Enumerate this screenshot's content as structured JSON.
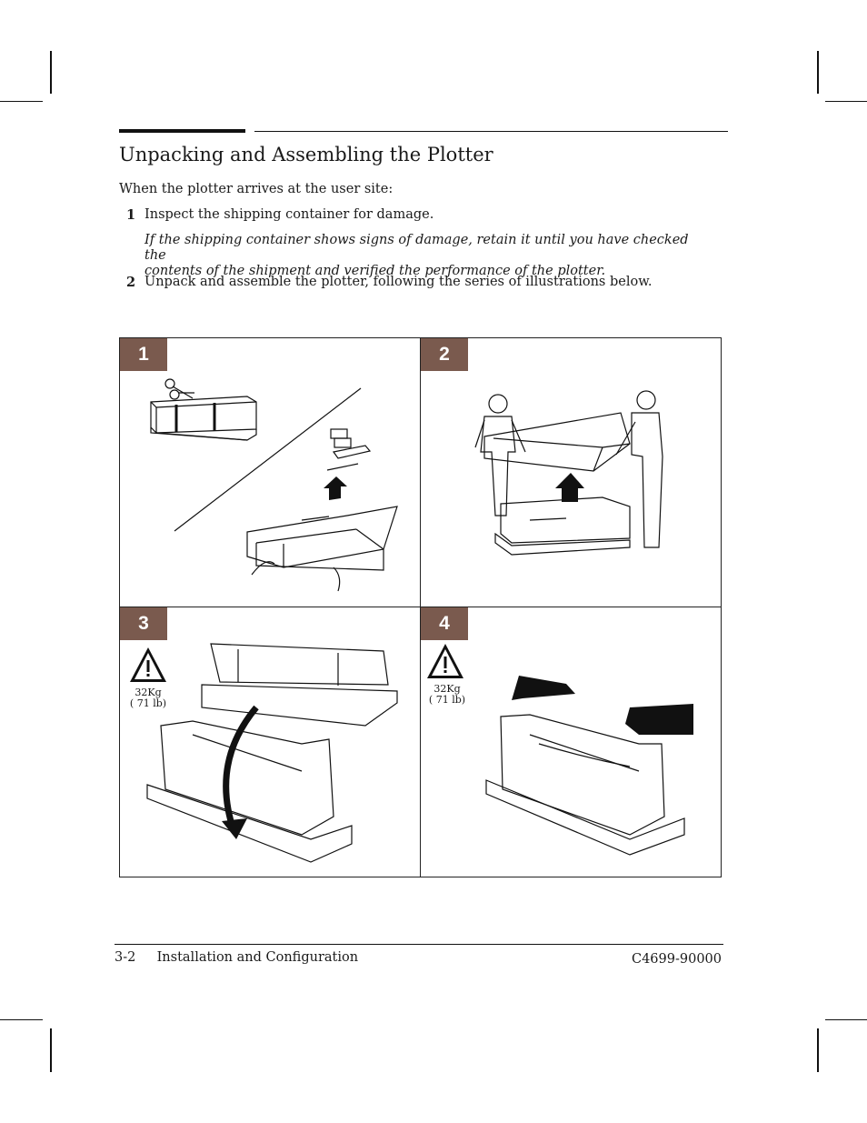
{
  "header": {
    "title": "Unpacking and Assembling the Plotter"
  },
  "intro": "When the plotter arrives at the user site:",
  "steps": [
    {
      "number": "1",
      "text": "Inspect the shipping container for damage."
    },
    {
      "number": "2",
      "text": "Unpack and assemble the plotter, following the series of illustrations below."
    }
  ],
  "note": {
    "line1": "If the shipping container shows signs of damage, retain it until you have checked the",
    "line2": "contents of the shipment and verified the performance of the plotter."
  },
  "figures": [
    {
      "number": "1",
      "weight_kg": "",
      "weight_lb": ""
    },
    {
      "number": "2",
      "weight_kg": "",
      "weight_lb": ""
    },
    {
      "number": "3",
      "weight_kg": "32Kg",
      "weight_lb": "(   71 lb)"
    },
    {
      "number": "4",
      "weight_kg": "32Kg",
      "weight_lb": "(   71 lb)"
    }
  ],
  "footer": {
    "page": "3-2",
    "section": "Installation and Configuration",
    "part_number": "C4699-90000"
  },
  "colors": {
    "figure_tag": "#7a5a4e",
    "ink": "#1a1a1a"
  }
}
